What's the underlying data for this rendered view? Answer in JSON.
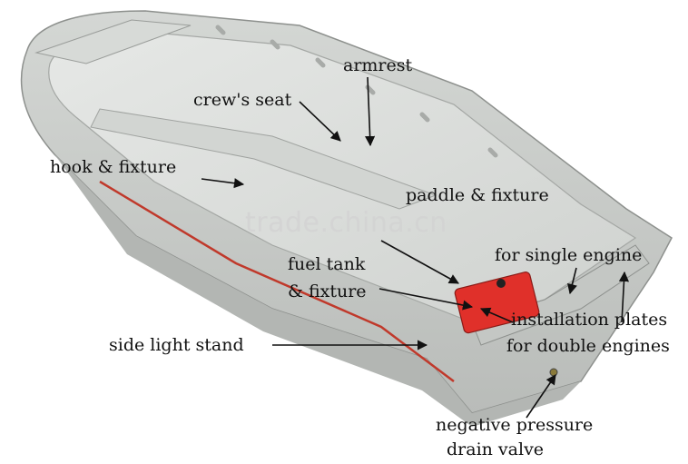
{
  "labels": {
    "armrest": "armrest",
    "crews_seat": "crew's seat",
    "hook_fixture": "hook & fixture",
    "paddle_fixture": "paddle & fixture",
    "single_engine": "for single engine",
    "fuel_tank_1": "fuel tank",
    "fuel_tank_2": "& fixture",
    "installation_1": "installation plates",
    "installation_2": "for double engines",
    "side_light": "side light stand",
    "drain_1": "negative pressure",
    "drain_2": "drain valve"
  },
  "watermark": "trade.china.cn",
  "colors": {
    "hull": "#c9ccc9",
    "interior": "#dfe2df",
    "stripe": "#c0392b",
    "fuel_tank": "#e0302a"
  }
}
